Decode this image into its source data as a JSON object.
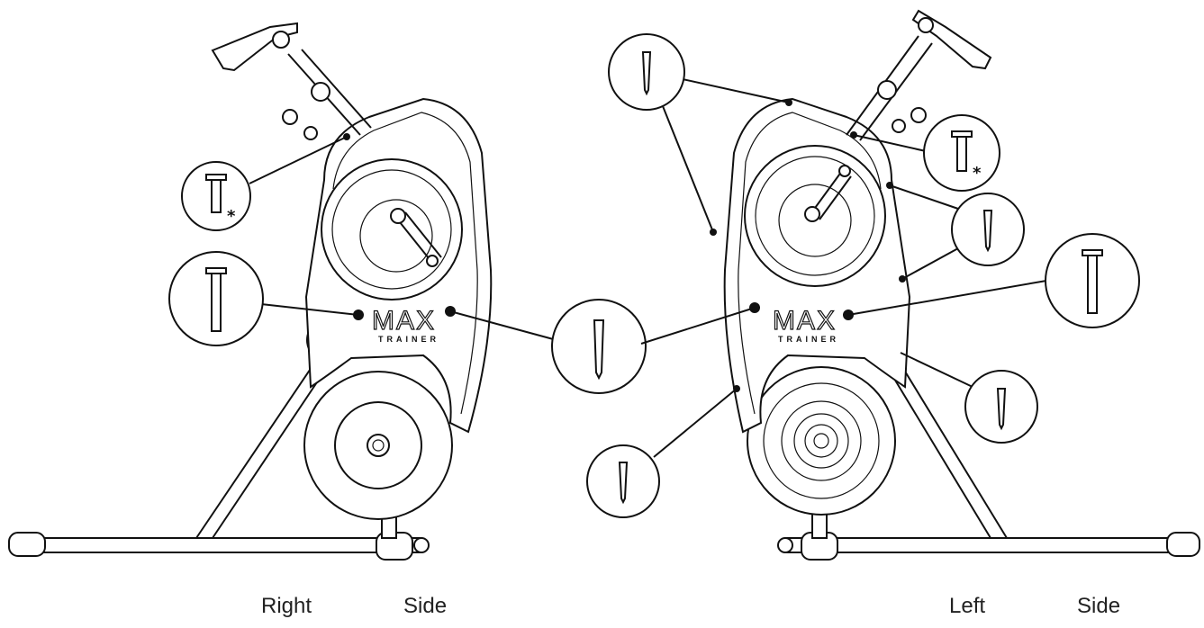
{
  "captions": {
    "right_word": "Right",
    "right_side": "Side",
    "left_word": "Left",
    "left_side": "Side"
  },
  "logo": {
    "main": "MAX",
    "sub": "TRAINER"
  },
  "callout_note": "*"
}
